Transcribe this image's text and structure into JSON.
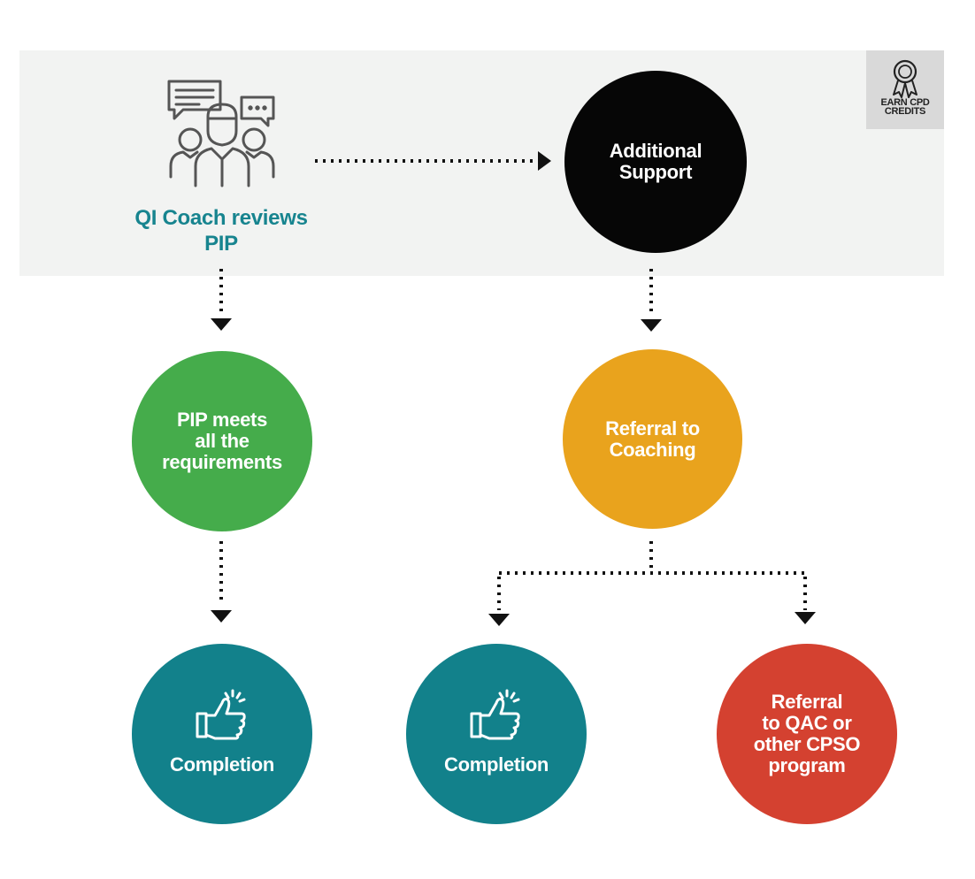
{
  "badge": {
    "label": "EARN CPD\nCREDITS",
    "icon": "award-ribbon-icon"
  },
  "coach": {
    "label": "QI Coach reviews\nPIP",
    "icon": "coach-group-chat-icon",
    "label_color": "#17848f"
  },
  "nodes": {
    "additional_support": {
      "label": "Additional\nSupport",
      "color": "#060606"
    },
    "pip_meets": {
      "label": "PIP meets\nall the\nrequirements",
      "color": "#45ac4b"
    },
    "referral_coaching": {
      "label": "Referral to\nCoaching",
      "color": "#e9a31d"
    },
    "completion_left": {
      "label": "Completion",
      "color": "#12818b",
      "icon": "thumbs-up-icon"
    },
    "completion_right": {
      "label": "Completion",
      "color": "#12818b",
      "icon": "thumbs-up-icon"
    },
    "referral_qac": {
      "label": "Referral\nto QAC or\nother CPSO\nprogram",
      "color": "#d44130"
    }
  },
  "colors": {
    "band": "#f2f3f2",
    "connector": "#111111"
  }
}
